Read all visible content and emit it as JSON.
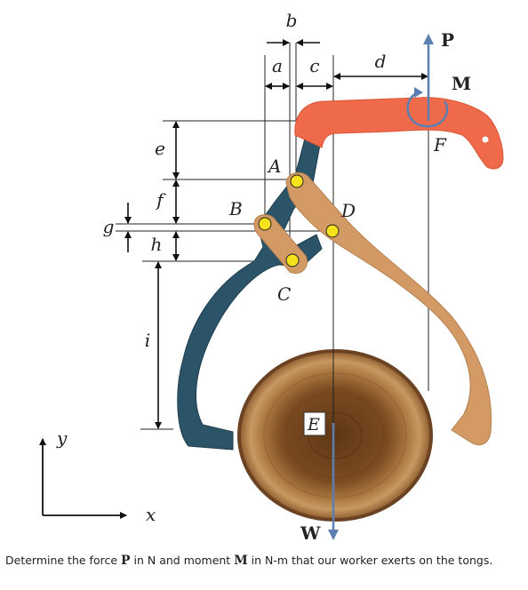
{
  "figure": {
    "dimension_labels": {
      "a": "a",
      "b": "b",
      "c": "c",
      "d": "d",
      "e": "e",
      "f": "f",
      "g": "g",
      "h": "h",
      "i": "i"
    },
    "point_labels": {
      "A": "A",
      "B": "B",
      "C": "C",
      "D": "D",
      "E": "E",
      "F": "F"
    },
    "vector_labels": {
      "P": "P",
      "M": "M",
      "W": "W"
    },
    "axes": {
      "x": "x",
      "y": "y"
    },
    "colors": {
      "handle": "#ef6a4a",
      "left_arm": "#2b5468",
      "right_arm": "#d39a66",
      "pin": "#f5e21c",
      "arrow": "#5b7fb3",
      "log_outer": "#a07046",
      "log_inner": "#7a4a22"
    }
  },
  "question": {
    "prefix": "Determine the force ",
    "force_symbol": "P",
    "middle": " in N and moment ",
    "moment_symbol": "M",
    "suffix": " in N-m that our worker exerts on the tongs."
  }
}
